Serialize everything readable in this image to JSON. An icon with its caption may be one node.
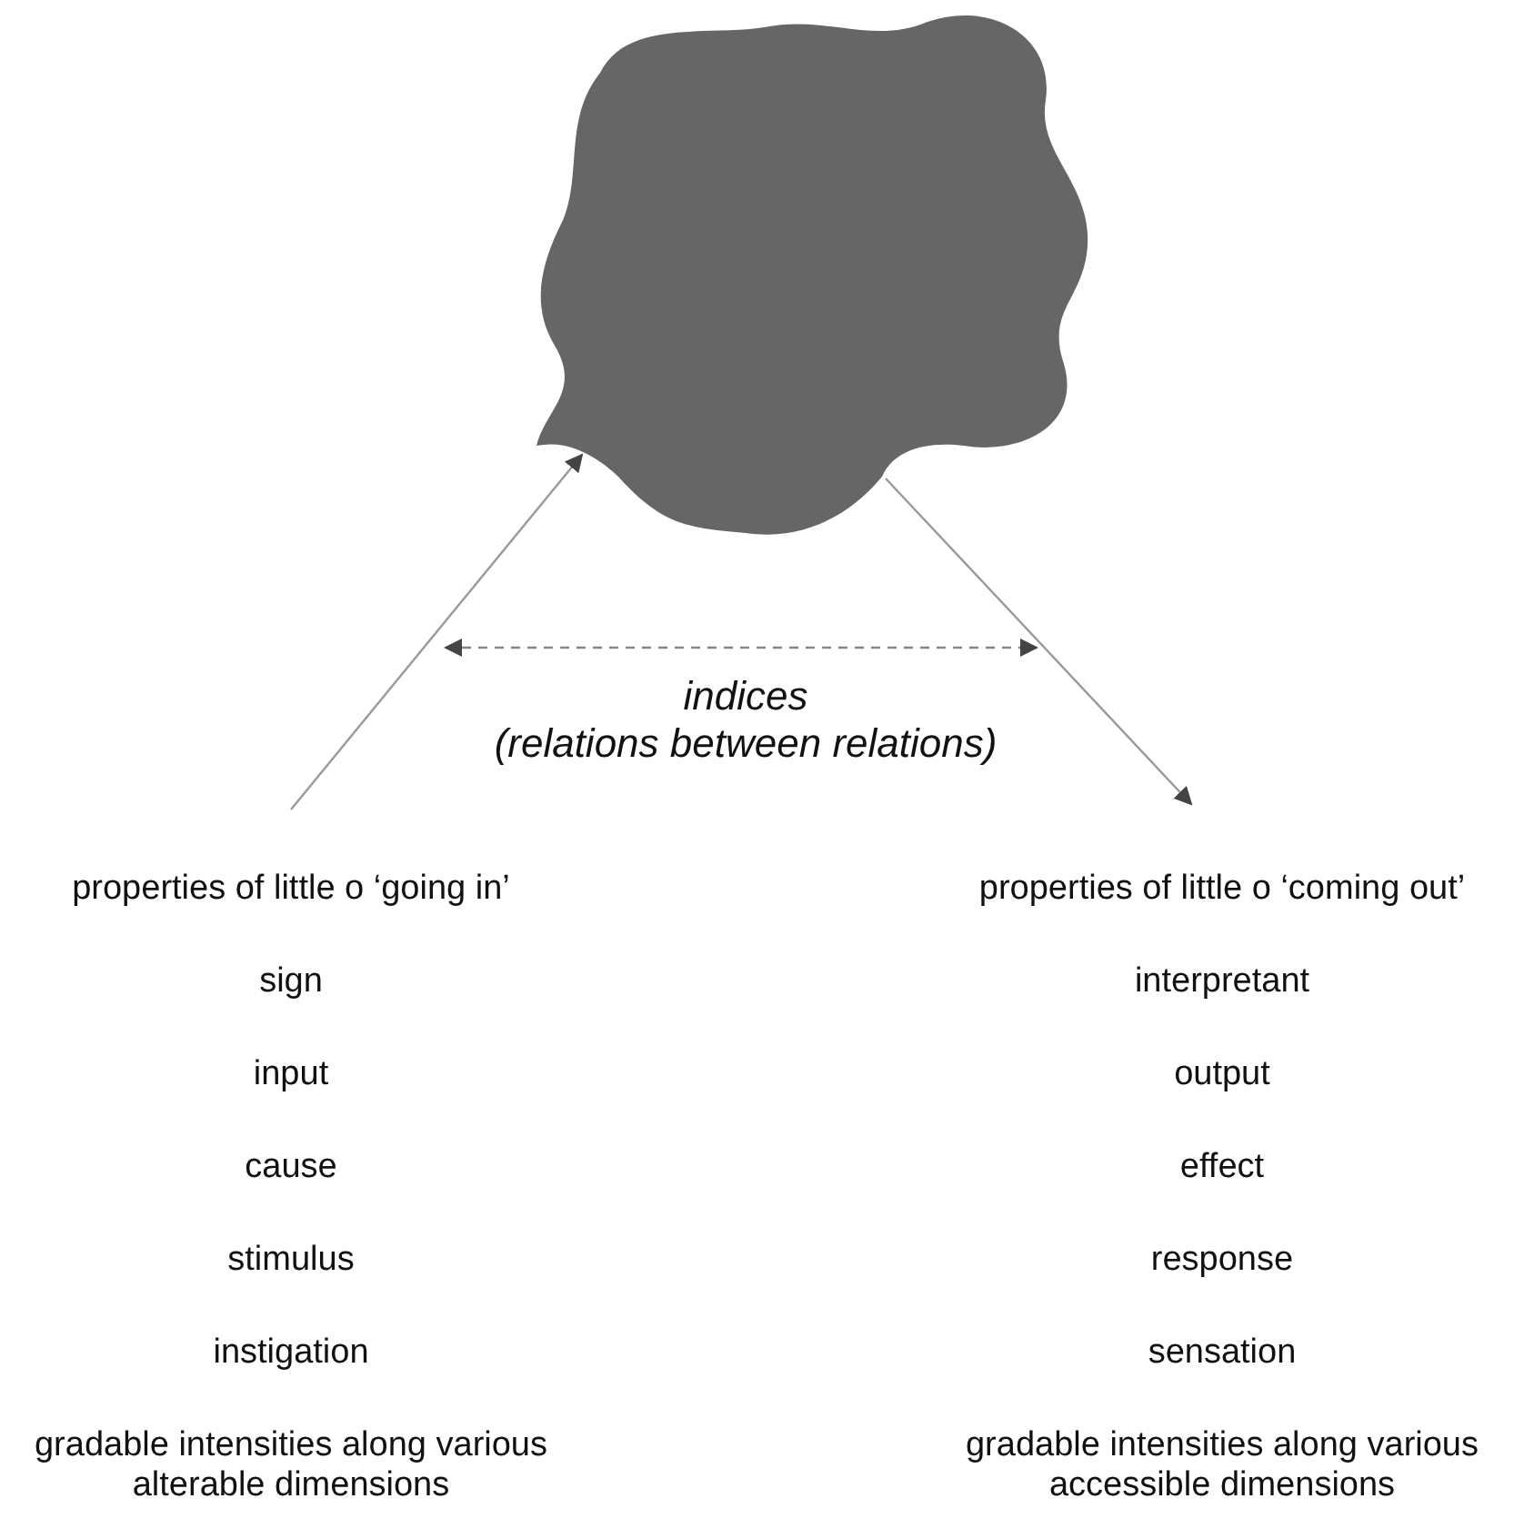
{
  "diagram": {
    "nodes": [
      {
        "text": [],
        "shape": "cloud"
      },
      {
        "text": [
          "properties of little o ‘going in’",
          "sign",
          "input",
          "cause",
          "stimulus",
          "instigation",
          "gradable intensities along various alterable dimensions"
        ]
      },
      {
        "text": [
          "properties of little o ‘coming out’",
          "interpretant",
          "output",
          "effect",
          "response",
          "sensation",
          "gradable intensities along various accessible dimensions"
        ]
      }
    ],
    "edges": [
      {
        "from": 1,
        "to": 0,
        "arrow": "to"
      },
      {
        "from": 0,
        "to": 2,
        "arrow": "to"
      }
    ],
    "labels": [
      "indices",
      "(relations between relations)"
    ]
  }
}
